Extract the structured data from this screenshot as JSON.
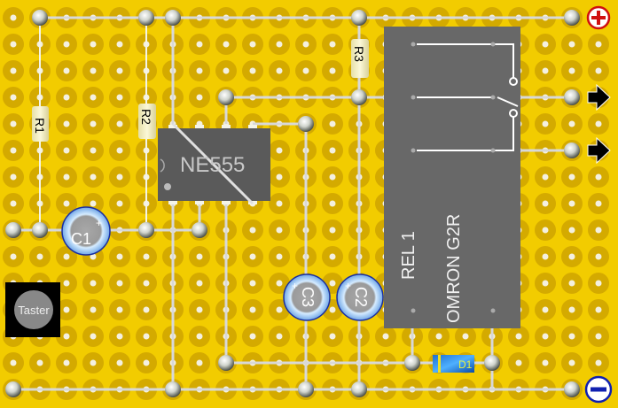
{
  "board": {
    "colors": {
      "board": "#f2cc00",
      "pad": "#d4aa00",
      "hole": "#f4f0e0",
      "wire": "#d8d8d8"
    }
  },
  "components": {
    "r1": "R1",
    "r2": "R2",
    "r3": "R3",
    "ic": "NE555",
    "c1": "C1",
    "c2": "C2",
    "c3": "C3",
    "relay_name": "REL 1",
    "relay_model": "OMRON G2R",
    "diode": "D1",
    "button": "Taster"
  },
  "terminals": {
    "plus_icon": "plus-terminal",
    "minus_icon": "minus-terminal",
    "output_icons": [
      "arrow-right",
      "arrow-right"
    ]
  }
}
